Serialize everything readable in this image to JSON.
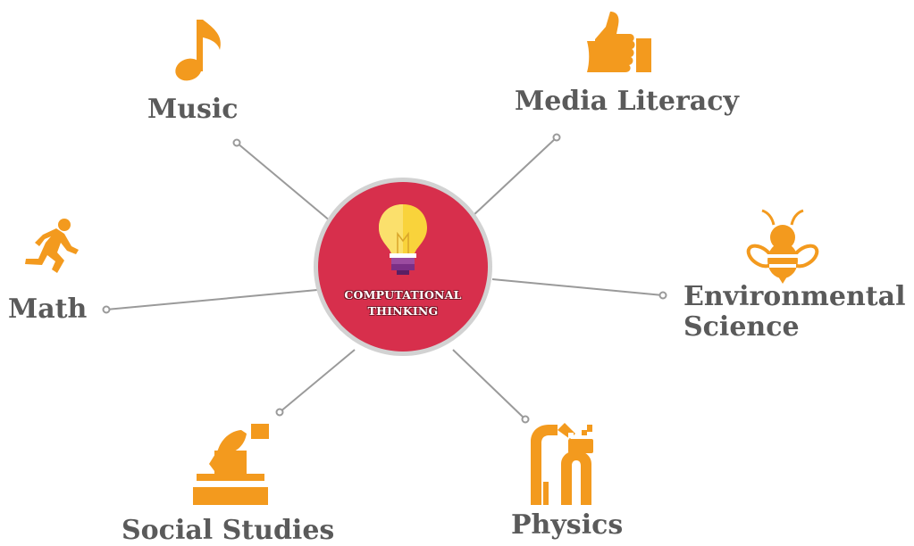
{
  "center": {
    "line1": "COMPUTATIONAL",
    "line2": "THINKING",
    "icon": "lightbulb-icon"
  },
  "nodes": [
    {
      "id": "music",
      "label": "Music",
      "icon": "music-note-icon"
    },
    {
      "id": "media-literacy",
      "label": "Media Literacy",
      "icon": "thumbs-up-icon"
    },
    {
      "id": "math",
      "label": "Math",
      "icon": "running-person-icon"
    },
    {
      "id": "environmental-science",
      "label_line1": "Environmental",
      "label_line2": "Science",
      "icon": "bee-icon"
    },
    {
      "id": "social-studies",
      "label": "Social Studies",
      "icon": "ballot-box-icon"
    },
    {
      "id": "physics",
      "label": "Physics",
      "icon": "roller-coaster-icon"
    }
  ],
  "colors": {
    "accent": "#F39A1E",
    "center_fill": "#D72F4C",
    "center_ring": "#D0D0D0",
    "connector": "#9A9A9A",
    "label": "#5A5A5A"
  }
}
